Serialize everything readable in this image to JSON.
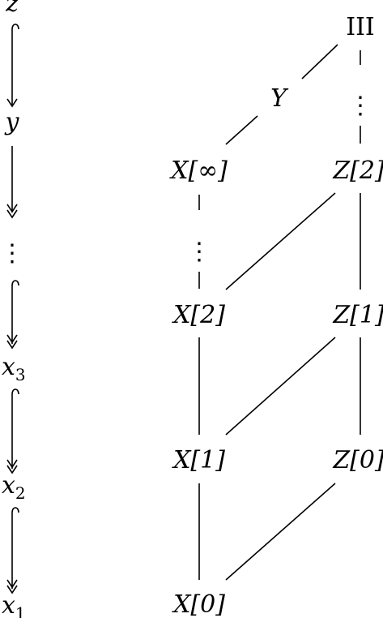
{
  "left_column": {
    "labels": [
      {
        "id": "z",
        "text": "z"
      },
      {
        "id": "y",
        "text": "y"
      },
      {
        "id": "dots",
        "text": "⋮"
      },
      {
        "id": "x3",
        "base": "x",
        "sub": "3"
      },
      {
        "id": "x2",
        "base": "x",
        "sub": "2"
      },
      {
        "id": "x1",
        "base": "x",
        "sub": "1"
      }
    ],
    "arrows": [
      {
        "from": "z",
        "to": "y",
        "tail": "hook",
        "head": "single"
      },
      {
        "from": "y",
        "to": "dots",
        "tail": "none",
        "head": "double"
      },
      {
        "from": "dots",
        "to": "x3",
        "tail": "hook",
        "head": "double"
      },
      {
        "from": "x3",
        "to": "x2",
        "tail": "hook",
        "head": "double"
      },
      {
        "from": "x2",
        "to": "x1",
        "tail": "hook",
        "head": "double"
      }
    ]
  },
  "lattice": {
    "nodes": {
      "III": "III",
      "Y": "Y",
      "Z2": "Z[2]",
      "Z1": "Z[1]",
      "Z0": "Z[0]",
      "Xinf": "X[∞]",
      "X2": "X[2]",
      "X1": "X[1]",
      "X0": "X[0]",
      "vdots_left": "⋮",
      "vdots_right": "⋮"
    },
    "edges": [
      {
        "from": "III",
        "to": "Y",
        "style": "solid"
      },
      {
        "from": "Y",
        "to": "Xinf",
        "style": "solid"
      },
      {
        "from": "III",
        "to": "vdots_right",
        "style": "dashed"
      },
      {
        "from": "vdots_right",
        "to": "Z2",
        "style": "dashed"
      },
      {
        "from": "Xinf",
        "to": "vdots_left",
        "style": "dashed"
      },
      {
        "from": "vdots_left",
        "to": "X2",
        "style": "dashed"
      },
      {
        "from": "Z2",
        "to": "X2",
        "style": "solid"
      },
      {
        "from": "Z2",
        "to": "Z1",
        "style": "solid"
      },
      {
        "from": "X2",
        "to": "X1",
        "style": "solid"
      },
      {
        "from": "Z1",
        "to": "X1",
        "style": "solid"
      },
      {
        "from": "Z1",
        "to": "Z0",
        "style": "solid"
      },
      {
        "from": "X1",
        "to": "X0",
        "style": "solid"
      },
      {
        "from": "Z0",
        "to": "X0",
        "style": "solid"
      }
    ]
  }
}
